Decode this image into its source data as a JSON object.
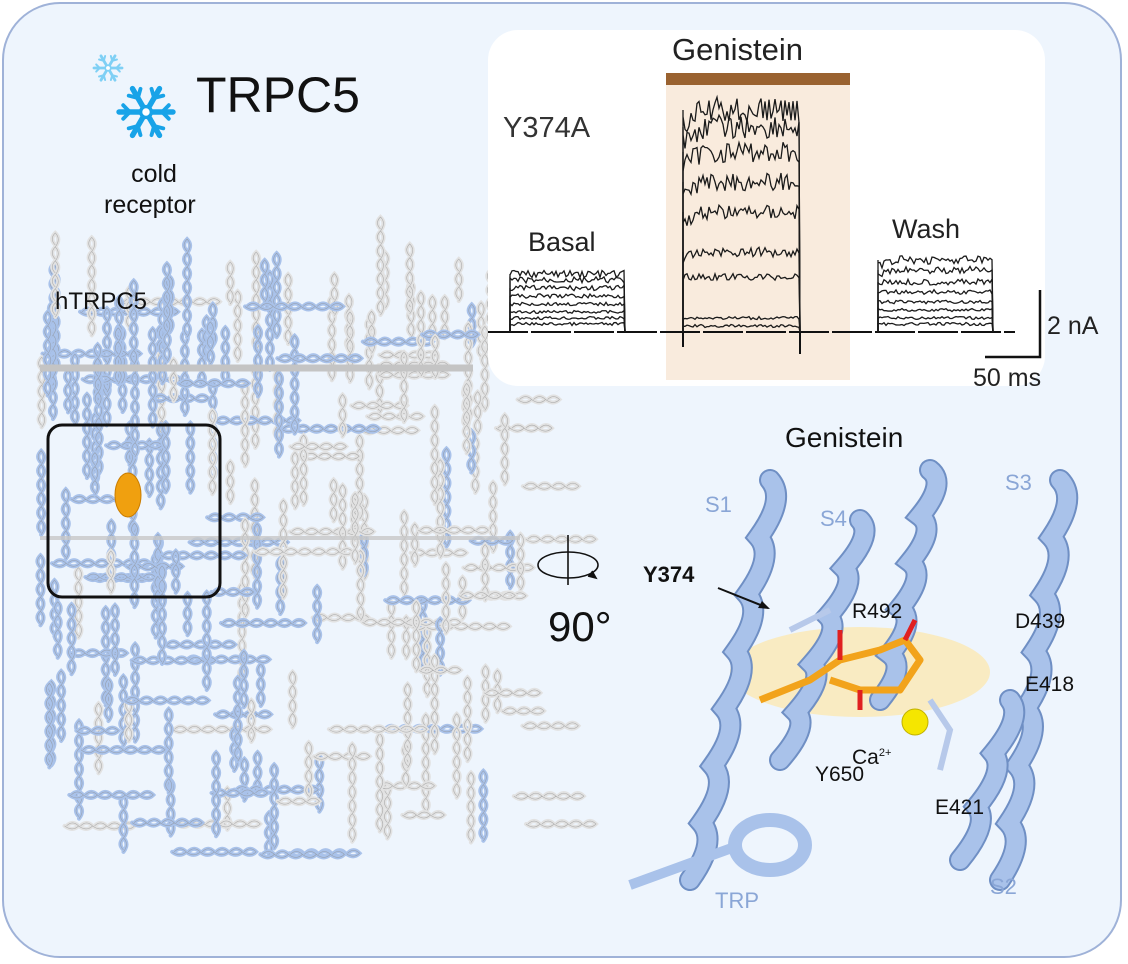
{
  "title": "TRPC5",
  "subtitle": "cold receptor",
  "subtitle_lines": [
    "cold",
    "receptor"
  ],
  "structure_label": "hTRPC5",
  "rotation_label": "90°",
  "traces": {
    "mutant": "Y374A",
    "compound": "Genistein",
    "conditions": [
      "Basal",
      "Wash"
    ],
    "scale_current": "2 nA",
    "scale_time": "50 ms"
  },
  "closeup": {
    "title": "Genistein",
    "helices": [
      "S1",
      "S4",
      "S3",
      "S2",
      "TRP"
    ],
    "residues": {
      "bold": "Y374",
      "r1": "R492",
      "r2": "D439",
      "r3": "E418",
      "r4": "E421",
      "r5": "Y650"
    },
    "ion": "Ca",
    "ion_charge": "2+"
  },
  "colors": {
    "helix": "#a9c2ea",
    "ligand": "#f2a31b",
    "bar": "#9a6230",
    "shade": "#f9ebdd",
    "snow1": "#7fd0f5",
    "snow2": "#18a3e8",
    "calcium": "#f5e600"
  }
}
